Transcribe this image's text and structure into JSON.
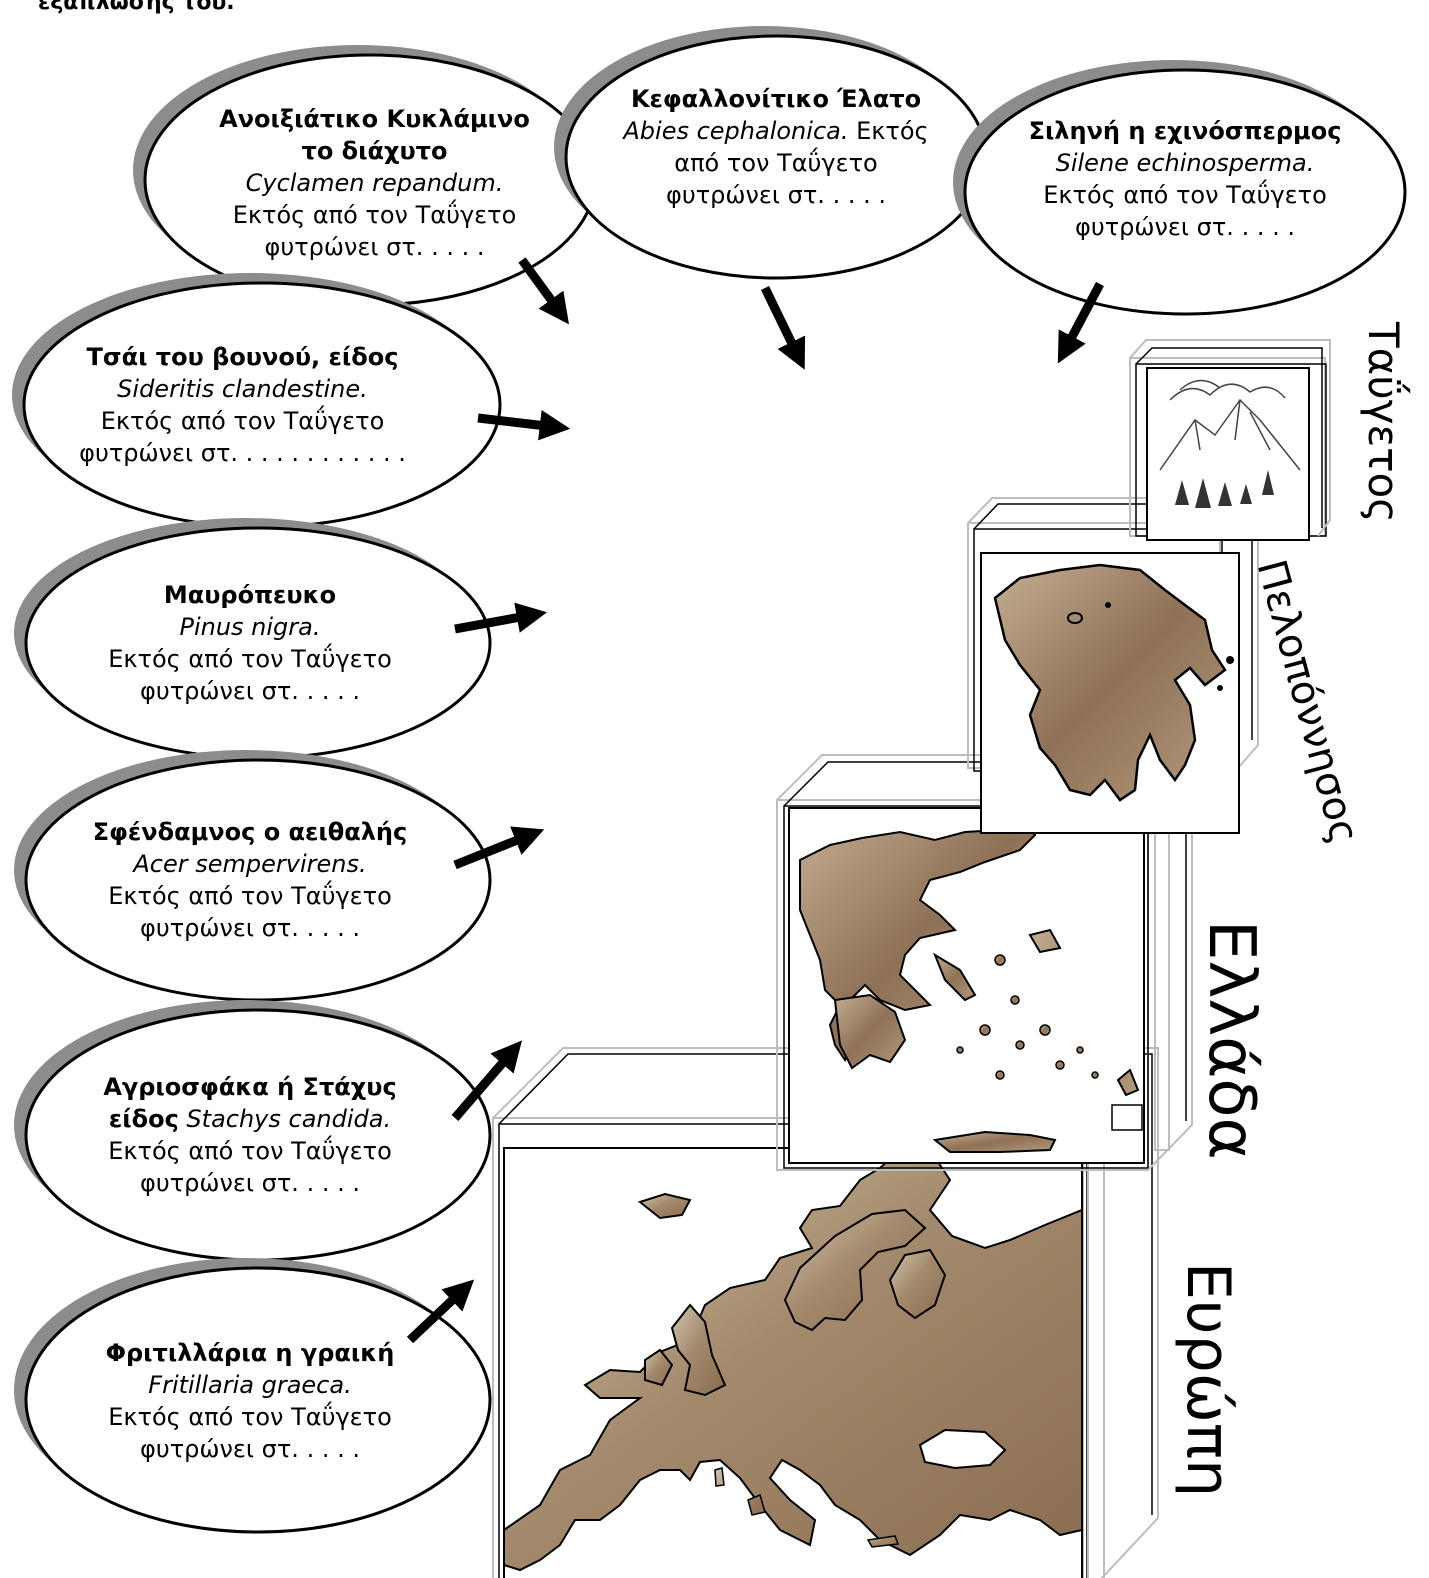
{
  "header": {
    "text": "εξάπλωσής του."
  },
  "colors": {
    "bubble_fill": "#ffffff",
    "bubble_shadow": "#8c8c8c",
    "outline": "#000000",
    "terrain": "#a08468"
  },
  "plants": [
    {
      "id": "cyclamen",
      "common_name_1": "Ανοιξιάτικο Κυκλάμινο",
      "common_name_2": "το διάχυτο",
      "latin_name": "Cyclamen repandum.",
      "text_1": "Εκτός από τον Ταΰγετο",
      "text_2": "φυτρώνει στ. . . . ."
    },
    {
      "id": "abies",
      "common_name_1": "Κεφαλλονίτικο Έλατο",
      "latin_name": "Abies cephalonica.",
      "text_inline": " Εκτός",
      "text_1": "από τον Ταΰγετο",
      "text_2": "φυτρώνει στ. . . . ."
    },
    {
      "id": "silene",
      "common_name_1": "Σιληνή η εχινόσπερμος",
      "latin_name": "Silene echinosperma.",
      "text_1": "Εκτός από τον Ταΰγετο",
      "text_2": "φυτρώνει στ. . . . ."
    },
    {
      "id": "sideritis",
      "common_name_1": "Τσάι του βουνού, είδος",
      "latin_name": "Sideritis clandestine.",
      "text_1": "Εκτός από τον Ταΰγετο",
      "text_2": "φυτρώνει στ. . . . . . . . . . . ."
    },
    {
      "id": "pinus",
      "common_name_1": "Μαυρόπευκο",
      "latin_name": "Pinus nigra.",
      "text_1": "Εκτός από τον Ταΰγετο",
      "text_2": "φυτρώνει στ. . . . ."
    },
    {
      "id": "acer",
      "common_name_1": "Σφένδαμνος ο αειθαλής",
      "latin_name": "Acer sempervirens.",
      "text_1": "Εκτός από τον Ταΰγετο",
      "text_2": "φυτρώνει στ. . . . ."
    },
    {
      "id": "stachys",
      "common_name_1": "Αγριοσφάκα ή Στάχυς",
      "common_name_2": "είδος",
      "latin_name": " Stachys candida.",
      "text_1": "Εκτός από τον Ταΰγετο",
      "text_2": "φυτρώνει στ. . . . ."
    },
    {
      "id": "fritillaria",
      "common_name_1": "Φριτιλλάρια η γραική",
      "latin_name": "Fritillaria graeca.",
      "text_1": "Εκτός από τον Ταΰγετο",
      "text_2": "φυτρώνει στ. . . . ."
    }
  ],
  "places": {
    "taygetos": "Ταΰγετος",
    "peloponnese": "Πελοπόννησος",
    "greece": "Ελλάδα",
    "europe": "Ευρώπη"
  }
}
